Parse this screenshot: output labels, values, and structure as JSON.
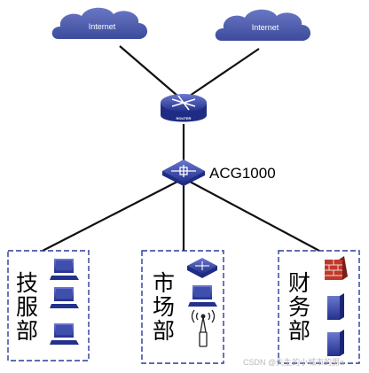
{
  "clouds": [
    {
      "label": "Internet"
    },
    {
      "label": "Internet"
    }
  ],
  "router": {
    "label": "ROUTER"
  },
  "gateway": {
    "label": "ACG1000"
  },
  "departments": [
    {
      "name_chars": [
        "技",
        "服",
        "部"
      ]
    },
    {
      "name_chars": [
        "市",
        "场",
        "部"
      ]
    },
    {
      "name_chars": [
        "财",
        "务",
        "部"
      ]
    }
  ],
  "watermark": "CSDN @失生的小城市的男a",
  "colors": {
    "cloud": "#4a5aa6",
    "device": "#2b3a9a",
    "device_light": "#5664c0",
    "dashed_border": "#2b3a9a",
    "firewall": "#c0392b",
    "link": "#111111"
  }
}
